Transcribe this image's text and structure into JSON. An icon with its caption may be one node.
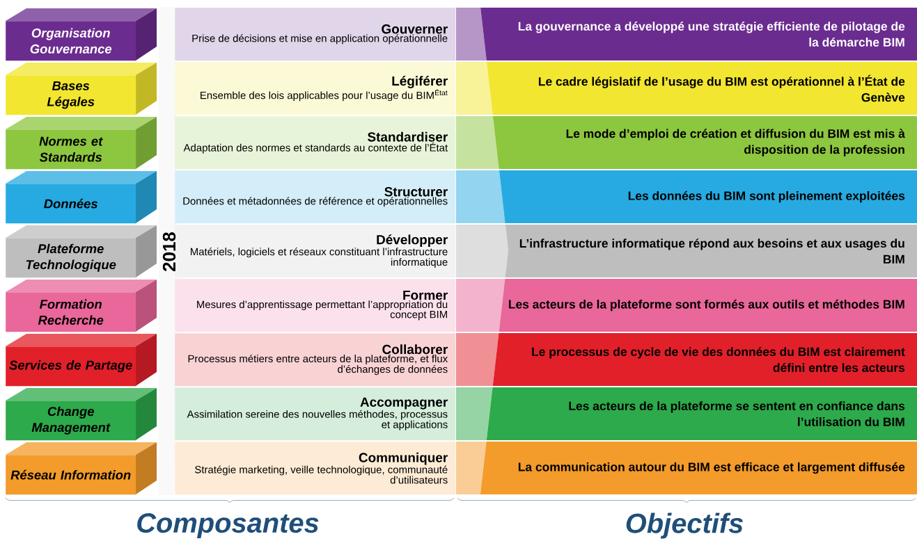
{
  "diagram": {
    "nodes": [
      {
        "text": [
          "Organisation Gouvernance"
        ]
      },
      {
        "text": [
          "Gouverner",
          "Prise de décisions et mise en application opérationnelle"
        ]
      },
      {
        "text": [
          "La gouvernance a développé une stratégie efficiente de pilotage de la démarche BIM"
        ]
      },
      {
        "text": [
          "Bases Légales"
        ]
      },
      {
        "text": [
          "Légiférer",
          "Ensemble des lois applicables pour l’usage du BIM$^{État}$"
        ]
      },
      {
        "text": [
          "Le cadre législatif de l’usage du BIM est opérationnel à l’État de Genève"
        ]
      },
      {
        "text": [
          "Normes et Standards"
        ]
      },
      {
        "text": [
          "Standardiser",
          "Adaptation des normes et standards au contexte de l’État"
        ]
      },
      {
        "text": [
          "Le mode d’emploi de création et diffusion du BIM est mis à disposition de la profession"
        ]
      },
      {
        "text": [
          "Données"
        ]
      },
      {
        "text": [
          "Structurer",
          "Données et métadonnées de référence et opérationnelles"
        ]
      },
      {
        "text": [
          "Les données du BIM sont pleinement exploitées"
        ]
      },
      {
        "text": [
          "Plateforme Technologique"
        ]
      },
      {
        "text": [
          "Développer",
          "Matériels, logiciels et réseaux constituant l’infrastructure informatique"
        ]
      },
      {
        "text": [
          "L’infrastructure informatique répond aux besoins et aux usages du BIM"
        ]
      },
      {
        "text": [
          "Formation Recherche"
        ]
      },
      {
        "text": [
          "Former",
          "Mesures d’apprentissage permettant l’appropriation du concept BIM"
        ]
      },
      {
        "text": [
          "Les acteurs de la plateforme sont formés aux outils et méthodes BIM"
        ]
      },
      {
        "text": [
          "Services de Partage"
        ]
      },
      {
        "text": [
          "Collaborer",
          "Processus métiers entre acteurs de la plateforme, et flux d’échanges de données"
        ]
      },
      {
        "text": [
          "Le processus de cycle de vie des données du BIM est clairement défini entre les acteurs"
        ]
      },
      {
        "text": [
          "Change Management"
        ]
      },
      {
        "text": [
          "Accompagner",
          "Assimilation sereine des nouvelles méthodes, processus et applications"
        ]
      },
      {
        "text": [
          "Les acteurs de la plateforme se sentent en confiance dans l’utilisation du BIM"
        ]
      },
      {
        "text": [
          "Réseau Information"
        ]
      },
      {
        "text": [
          "Communiquer",
          "Stratégie marketing, veille technologique, communauté d’utilisateurs"
        ]
      },
      {
        "text": [
          "La communication autour du BIM est efficace et largement diffusée"
        ]
      }
    ],
    "labels": [
      "2018",
      "Composantes",
      "Objectifs"
    ]
  }
}
